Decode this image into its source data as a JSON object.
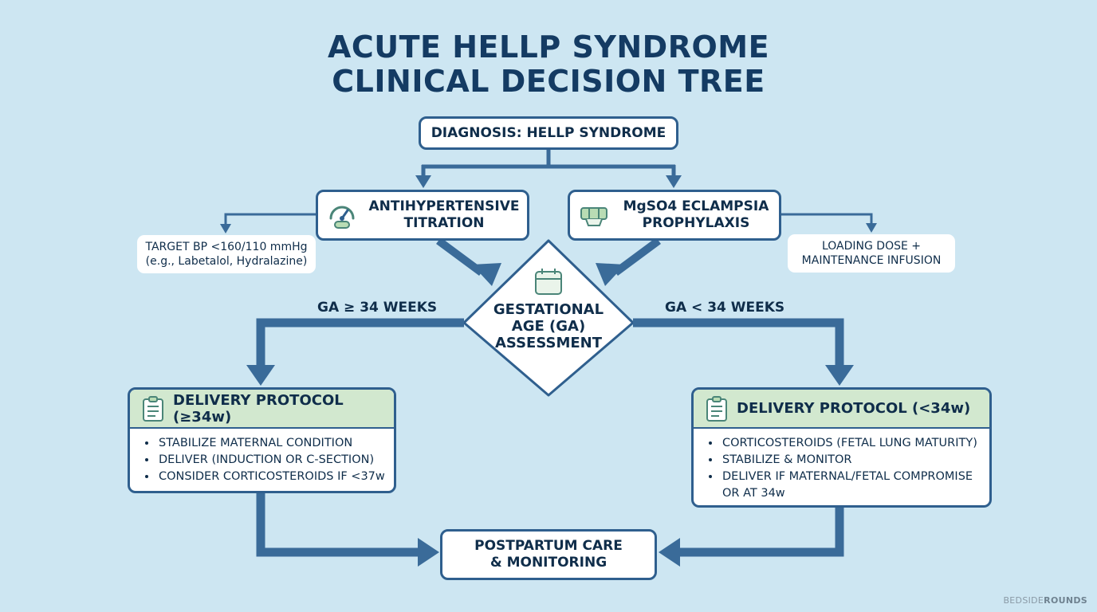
{
  "title": {
    "line1": "ACUTE HELLP SYNDROME",
    "line2": "CLINICAL DECISION TREE"
  },
  "diagnosis": {
    "label": "DIAGNOSIS: HELLP SYNDROME"
  },
  "antihypertensive": {
    "line1": "ANTIHYPERTENSIVE",
    "line2": "TITRATION",
    "icon": "gauge-icon"
  },
  "mgso4": {
    "line1": "MgSO4 ECLAMPSIA",
    "line2": "PROPHYLAXIS",
    "icon": "pill-icon"
  },
  "target_note": {
    "line1": "TARGET BP <160/110 mmHg",
    "line2": "(e.g., Labetalol, Hydralazine)"
  },
  "loading_note": {
    "line1": "LOADING DOSE +",
    "line2": "MAINTENANCE INFUSION"
  },
  "ga_assessment": {
    "line1": "GESTATIONAL",
    "line2": "AGE (GA)",
    "line3": "ASSESSMENT",
    "icon": "calendar-icon"
  },
  "branches": {
    "left": "GA ≥ 34 WEEKS",
    "right": "GA < 34 WEEKS"
  },
  "protocol_34_plus": {
    "title": "DELIVERY PROTOCOL (≥34w)",
    "items": [
      "STABILIZE MATERNAL CONDITION",
      "DELIVER (INDUCTION OR C-SECTION)",
      "CONSIDER CORTICOSTEROIDS IF <37w"
    ]
  },
  "protocol_under_34": {
    "title": "DELIVERY PROTOCOL (<34w)",
    "items": [
      "CORTICOSTEROIDS (FETAL LUNG MATURITY)",
      "STABILIZE & MONITOR",
      "DELIVER IF MATERNAL/FETAL COMPROMISE OR AT 34w"
    ]
  },
  "postpartum": {
    "line1": "POSTPARTUM CARE",
    "line2": "& MONITORING"
  },
  "brand": {
    "part1": "BEDSIDE",
    "part2": "ROUNDS"
  },
  "colors": {
    "background": "#cde6f2",
    "arrow": "#3a6b99",
    "border": "#2f5f8e",
    "header_fill": "#d2e8cf",
    "text": "#0f2d4a"
  }
}
